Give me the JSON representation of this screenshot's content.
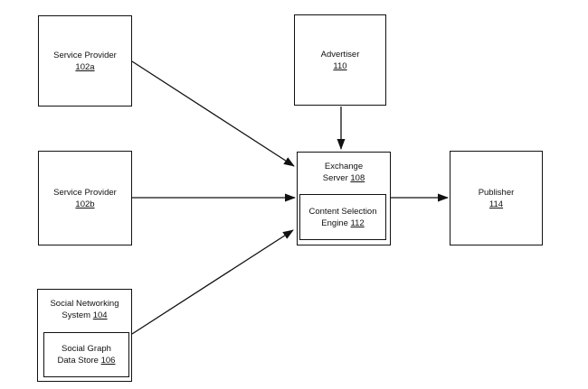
{
  "figure": {
    "type": "block-diagram",
    "background_color": "#ffffff",
    "line_color": "#111111",
    "text_color": "#111111"
  },
  "boxes": {
    "service_provider_a": {
      "line1": "Service Provider",
      "line2_prefix": "",
      "ref": "102a"
    },
    "advertiser": {
      "line1": "Advertiser",
      "line2_prefix": "",
      "ref": "110"
    },
    "service_provider_b": {
      "line1": "Service Provider",
      "line2_prefix": "",
      "ref": "102b"
    },
    "exchange_server": {
      "line1": "Exchange",
      "line2_prefix": "Server ",
      "ref": "108"
    },
    "content_selection_engine": {
      "line1": "Content Selection",
      "line2_prefix": "Engine ",
      "ref": "112"
    },
    "publisher": {
      "line1": "Publisher",
      "line2_prefix": "",
      "ref": "114"
    },
    "social_networking_system": {
      "line1": "Social Networking",
      "line2_prefix": "System ",
      "ref": "104"
    },
    "social_graph_data_store": {
      "line1": "Social Graph",
      "line2_prefix": "Data Store ",
      "ref": "106"
    }
  },
  "connections": [
    {
      "from": "Service Provider 102a",
      "to": "Exchange Server 108"
    },
    {
      "from": "Advertiser 110",
      "to": "Exchange Server 108"
    },
    {
      "from": "Service Provider 102b",
      "to": "Exchange Server 108"
    },
    {
      "from": "Social Networking System 104",
      "to": "Exchange Server 108"
    },
    {
      "from": "Exchange Server 108",
      "to": "Publisher 114"
    }
  ]
}
